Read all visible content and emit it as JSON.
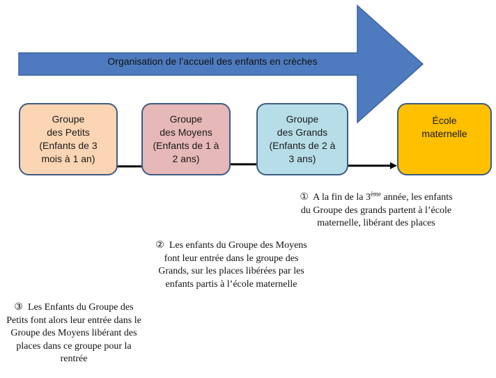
{
  "colors": {
    "arrow_fill": "#4e7bbf",
    "arrow_stroke": "#3a62a0",
    "box_border": "#3f5b82",
    "petits_fill": "#fcd5b4",
    "moyens_fill": "#e6b8b7",
    "grands_fill": "#b7dee8",
    "ecole_fill": "#ffc000",
    "connector": "#000000"
  },
  "arrow": {
    "label": "Organisation de l’accueil des enfants en crèches"
  },
  "boxes": {
    "petits": {
      "line1": "Groupe",
      "line2": "des Petits",
      "line3": "(Enfants de 3",
      "line4": "mois à 1 an)"
    },
    "moyens": {
      "line1": "Groupe",
      "line2": "des Moyens",
      "line3": "(Enfants de 1 à",
      "line4": "2 ans)"
    },
    "grands": {
      "line1": "Groupe",
      "line2": "des Grands",
      "line3": "(Enfants de 2 à",
      "line4": "3 ans)"
    },
    "ecole": {
      "line1": "École",
      "line2": "maternelle"
    }
  },
  "notes": {
    "note1": {
      "number": "①",
      "text_a": "A la fin de la 3",
      "superscript": "ème",
      "text_b": " année, les enfants du Groupe des grands partent à l’école maternelle, libérant des places"
    },
    "note2": {
      "number": "②",
      "text": "Les enfants du Groupe des Moyens font leur entrée dans le groupe des Grands, sur les places libérées par les enfants partis à l’école maternelle"
    },
    "note3": {
      "number": "③",
      "text": "Les Enfants du Groupe des Petits font alors leur entrée dans le Groupe des Moyens libérant des places dans ce groupe pour la rentrée"
    }
  }
}
